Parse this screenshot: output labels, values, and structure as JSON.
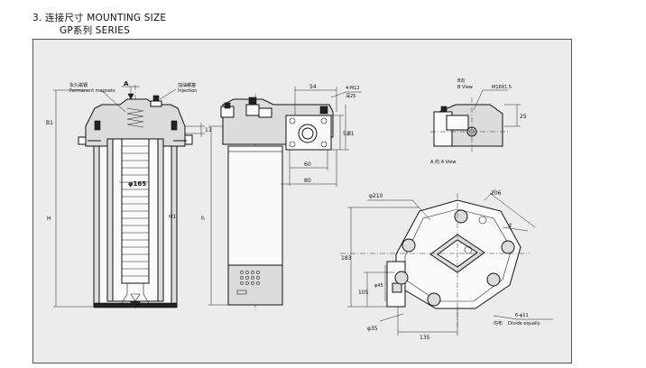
{
  "header": {
    "section_title": "3. 连接尺寸    MOUNTING SIZE",
    "series_title": "GP系列 SERIES"
  },
  "front_view": {
    "marker_a": "A",
    "label_magnet_cn": "永久磁钢",
    "label_magnet_en": "Permanent magnets",
    "label_injection_cn": "加油螺塞",
    "label_injection_en": "Injection",
    "dim_b1": "B1",
    "dim_h1": "H1",
    "dim_h": "H",
    "dim_13": "13",
    "diameter": "φ165"
  },
  "side_view": {
    "dim_h": "h",
    "dim_54": "54",
    "dim_4m12": "4-M12",
    "dim_depth": "深25",
    "dim_52": "52",
    "dim_d1": "d1",
    "dim_60": "60",
    "dim_80": "80"
  },
  "b_view": {
    "title_cn": "B向",
    "title_en": "B View",
    "thread": "M18X1.5",
    "dim_25": "25"
  },
  "a_view": {
    "title": "A 向 A View",
    "dim_phi210": "φ210",
    "dim_206": "206",
    "dim_d": "d",
    "dim_183": "183",
    "dim_105": "105",
    "dim_phi45": "φ45",
    "dim_phi35": "φ35",
    "dim_135": "135",
    "dim_holes": "6-φ11",
    "dim_equal_cn": "均布",
    "dim_equal_en": "Divide equally"
  }
}
